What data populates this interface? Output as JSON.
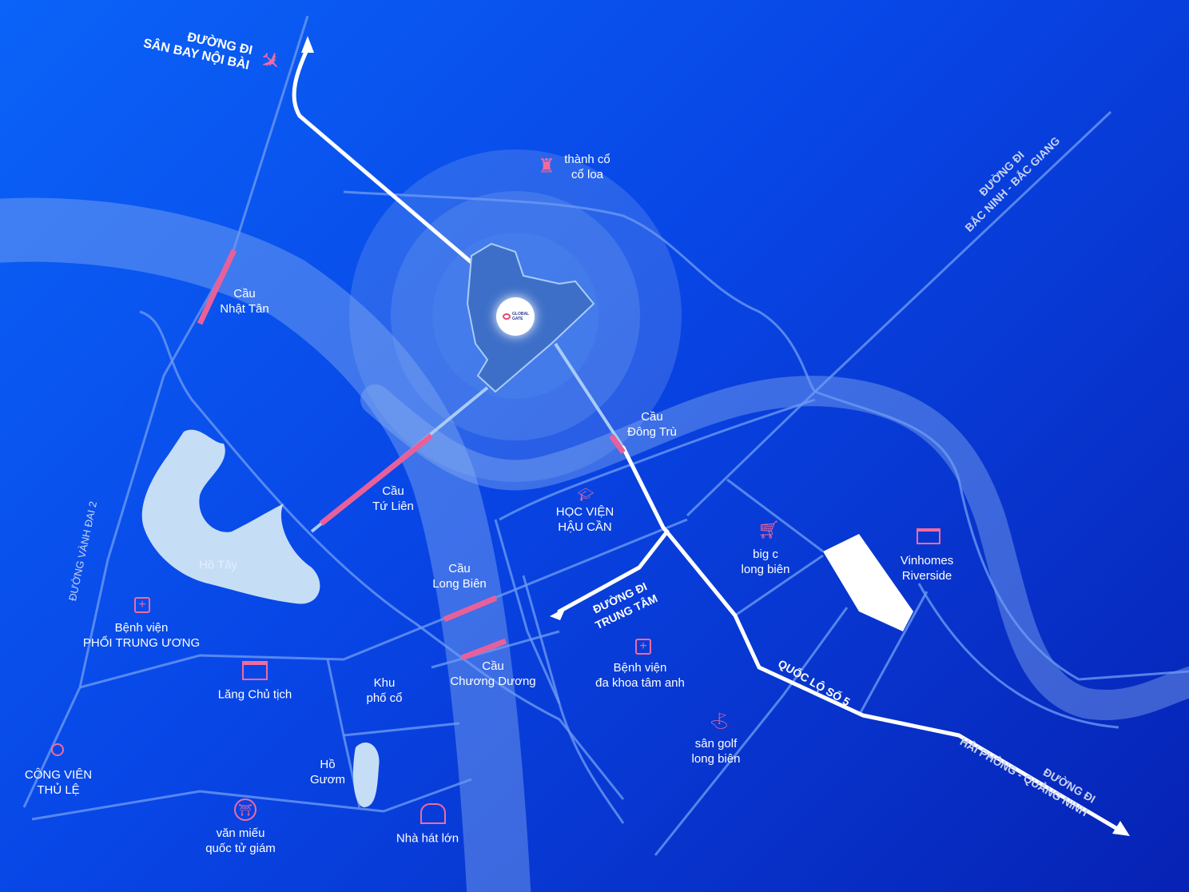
{
  "project": {
    "logo_text": "GLOBAL GATE"
  },
  "colors": {
    "accent_pink": "#f06ba0",
    "road_white": "#ffffff",
    "lake": "#c6ddf6",
    "background": "#0846e6"
  },
  "directions": [
    {
      "id": "airport",
      "line1": "ĐƯỜNG ĐI",
      "line2": "SÂN BAY NỘI BÀI",
      "icon": "airplane-icon"
    },
    {
      "id": "bacninh",
      "line1": "ĐƯỜNG ĐI",
      "line2": "BẮC NINH - BẮC GIANG"
    },
    {
      "id": "haiphong",
      "line1": "ĐƯỜNG ĐI",
      "line2": "HẢI PHÒNG - QUẢNG NINH"
    },
    {
      "id": "center",
      "line1": "ĐƯỜNG ĐI",
      "line2": "TRUNG TÂM"
    }
  ],
  "roads": {
    "ql5": "QUỐC LỘ SỐ 5",
    "ring2": "ĐƯỜNG VÀNH ĐAI 2"
  },
  "bridges": [
    {
      "line1": "Cầu",
      "line2": "Nhật Tân"
    },
    {
      "line1": "Cầu",
      "line2": "Tứ Liên"
    },
    {
      "line1": "Cầu",
      "line2": "Đông Trù"
    },
    {
      "line1": "Cầu",
      "line2": "Long Biên"
    },
    {
      "line1": "Cầu",
      "line2": "Chương Dương"
    }
  ],
  "places": [
    {
      "line1": "thành cổ",
      "line2": "cổ loa",
      "icon": "castle-icon"
    },
    {
      "line1": "HỌC VIỆN",
      "line2": "HẬU CẦN",
      "icon": "graduation-cap-icon"
    },
    {
      "line1": "big c",
      "line2": "long biên",
      "icon": "shopping-cart-icon"
    },
    {
      "line1": "Vinhomes",
      "line2": "Riverside",
      "icon": "building-icon"
    },
    {
      "line1": "Bệnh viện",
      "line2": "đa khoa tâm anh",
      "icon": "hospital-icon"
    },
    {
      "line1": "sân golf",
      "line2": "long biên",
      "icon": "golf-flag-icon"
    },
    {
      "line1": "Bệnh viện",
      "line2": "PHỔI TRUNG ƯƠNG",
      "icon": "hospital-icon"
    },
    {
      "line1": "Lăng Chủ tịch",
      "line2": "",
      "icon": "mausoleum-icon"
    },
    {
      "line1": "Khu",
      "line2": "phố cổ"
    },
    {
      "line1": "Hồ",
      "line2": "Gươm"
    },
    {
      "line1": "CÔNG VIÊN",
      "line2": "THỦ LỆ",
      "icon": "tree-icon"
    },
    {
      "line1": "văn miếu",
      "line2": "quốc tử giám",
      "icon": "temple-gate-icon"
    },
    {
      "line1": "Nhà hát lớn",
      "line2": "",
      "icon": "opera-house-icon"
    },
    {
      "line1": "Hồ Tây",
      "line2": ""
    }
  ]
}
